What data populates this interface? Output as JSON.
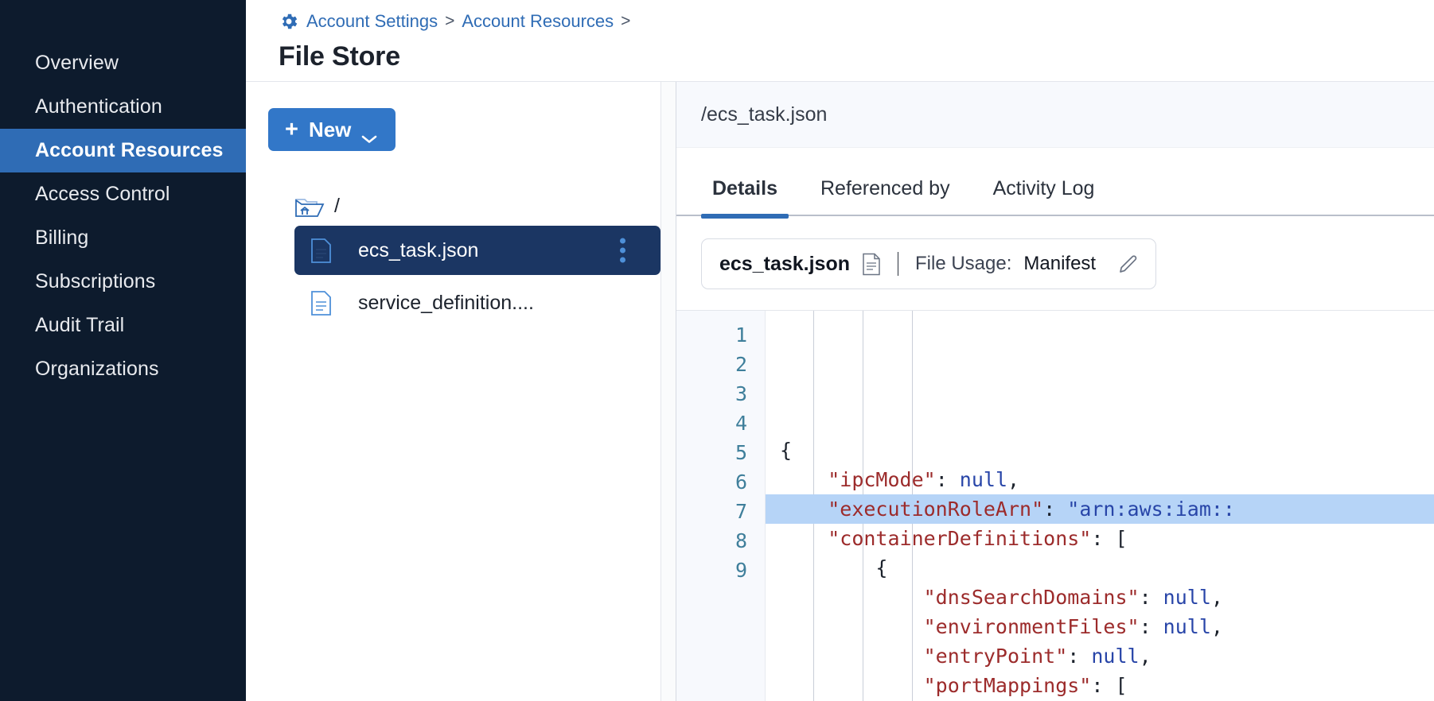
{
  "sidebar": {
    "items": [
      {
        "label": "Overview",
        "active": false
      },
      {
        "label": "Authentication",
        "active": false
      },
      {
        "label": "Account Resources",
        "active": true
      },
      {
        "label": "Access Control",
        "active": false
      },
      {
        "label": "Billing",
        "active": false
      },
      {
        "label": "Subscriptions",
        "active": false
      },
      {
        "label": "Audit Trail",
        "active": false
      },
      {
        "label": "Organizations",
        "active": false
      }
    ]
  },
  "header": {
    "breadcrumb": {
      "icon": "gear-icon",
      "items": [
        "Account Settings",
        "Account Resources"
      ],
      "separator": ">",
      "trailing_separator": ">"
    },
    "title": "File Store"
  },
  "tree_panel": {
    "new_button": {
      "plus": "+",
      "label": "New",
      "chevron": "chevron-down-icon"
    },
    "root": {
      "icon": "folder-open-home-icon",
      "label": "/"
    },
    "files": [
      {
        "name": "ecs_task.json",
        "selected": true,
        "icon": "file-icon",
        "menu": "kebab-menu-icon"
      },
      {
        "name": "service_definition....",
        "selected": false,
        "icon": "file-icon",
        "menu": null
      }
    ]
  },
  "details": {
    "path": "/ecs_task.json",
    "tabs": [
      {
        "label": "Details",
        "active": true
      },
      {
        "label": "Referenced by",
        "active": false
      },
      {
        "label": "Activity Log",
        "active": false
      }
    ],
    "usage_card": {
      "file_name": "ecs_task.json",
      "file_icon": "document-icon",
      "usage_label": "File Usage:",
      "usage_value": "Manifest",
      "edit_icon": "pencil-icon"
    },
    "editor": {
      "line_numbers": [
        "1",
        "2",
        "3",
        "4",
        "5",
        "6",
        "7",
        "8",
        "9"
      ],
      "highlighted_line": 3,
      "lines": [
        {
          "n": 1,
          "indent": 0,
          "segments": [
            {
              "t": "punct",
              "v": "{"
            }
          ]
        },
        {
          "n": 2,
          "indent": 1,
          "segments": [
            {
              "t": "key",
              "v": "\"ipcMode\""
            },
            {
              "t": "punct",
              "v": ": "
            },
            {
              "t": "null",
              "v": "null"
            },
            {
              "t": "punct",
              "v": ","
            }
          ]
        },
        {
          "n": 3,
          "indent": 1,
          "segments": [
            {
              "t": "key",
              "v": "\"executionRoleArn\""
            },
            {
              "t": "punct",
              "v": ": "
            },
            {
              "t": "str",
              "v": "\"arn:aws:iam::"
            }
          ]
        },
        {
          "n": 4,
          "indent": 1,
          "segments": [
            {
              "t": "key",
              "v": "\"containerDefinitions\""
            },
            {
              "t": "punct",
              "v": ": ["
            }
          ]
        },
        {
          "n": 5,
          "indent": 2,
          "segments": [
            {
              "t": "punct",
              "v": "{"
            }
          ]
        },
        {
          "n": 6,
          "indent": 3,
          "segments": [
            {
              "t": "key",
              "v": "\"dnsSearchDomains\""
            },
            {
              "t": "punct",
              "v": ": "
            },
            {
              "t": "null",
              "v": "null"
            },
            {
              "t": "punct",
              "v": ","
            }
          ]
        },
        {
          "n": 7,
          "indent": 3,
          "segments": [
            {
              "t": "key",
              "v": "\"environmentFiles\""
            },
            {
              "t": "punct",
              "v": ": "
            },
            {
              "t": "null",
              "v": "null"
            },
            {
              "t": "punct",
              "v": ","
            }
          ]
        },
        {
          "n": 8,
          "indent": 3,
          "segments": [
            {
              "t": "key",
              "v": "\"entryPoint\""
            },
            {
              "t": "punct",
              "v": ": "
            },
            {
              "t": "null",
              "v": "null"
            },
            {
              "t": "punct",
              "v": ","
            }
          ]
        },
        {
          "n": 9,
          "indent": 3,
          "segments": [
            {
              "t": "key",
              "v": "\"portMappings\""
            },
            {
              "t": "punct",
              "v": ": ["
            }
          ]
        }
      ]
    }
  },
  "colors": {
    "sidebar_bg": "#0d1b2d",
    "accent_blue": "#2f6cb5",
    "button_blue": "#3277c8",
    "selected_file_bg": "#1b3663",
    "code_key": "#9c2b2b",
    "code_value": "#2845a8",
    "line_highlight": "#b6d4f7"
  }
}
